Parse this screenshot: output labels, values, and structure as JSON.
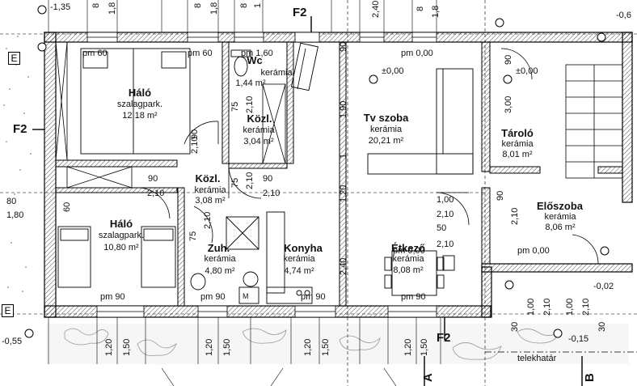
{
  "rooms": [
    {
      "name": "Háló",
      "lines": [
        "szalagpark.",
        "12,18 m²"
      ]
    },
    {
      "name": "Wc",
      "lines": [
        "kerámia",
        "1,44 m²"
      ]
    },
    {
      "name": "Közl.",
      "lines": [
        "kerámia",
        "3,04 m²"
      ]
    },
    {
      "name": "Tv szoba",
      "lines": [
        "kerámia",
        "20,21 m²"
      ]
    },
    {
      "name": "Tároló",
      "lines": [
        "kerámia",
        "8,01 m²"
      ]
    },
    {
      "name": "Közl.",
      "lines": [
        "kerámia",
        "3,08 m²"
      ]
    },
    {
      "name": "Háló",
      "lines": [
        "szalagpark.",
        "10,80 m²"
      ]
    },
    {
      "name": "Zuh.",
      "lines": [
        "kerámia",
        "4,80 m²"
      ]
    },
    {
      "name": "Konyha",
      "lines": [
        "kerámia",
        "4,74 m²"
      ]
    },
    {
      "name": "Étkező",
      "lines": [
        "kerámia",
        "8,08 m²"
      ]
    },
    {
      "name": "Előszoba",
      "lines": [
        "kerámia",
        "8,06 m²"
      ]
    }
  ],
  "sections": {
    "f2": "F2",
    "e": "E",
    "a": "A",
    "b": "B"
  },
  "elevations": {
    "top_left": "-1,35",
    "top_right": "-0,6",
    "zero": "±0,00",
    "right_low": "-0,02",
    "right_bottom": "-0,15",
    "left_bottom": "-0,55"
  },
  "parapets": {
    "pm60": "pm 60",
    "pm160": "pm 1,60",
    "pm000": "pm 0,00",
    "pm90": "pm 90"
  },
  "dims": {
    "d80": "80",
    "d180": "1,80",
    "d90": "90",
    "d210": "2,10",
    "d75": "75",
    "d100": "1,00",
    "d50": "50",
    "d60": "60",
    "d120": "1,20",
    "d150": "1,50",
    "d190": "1,90",
    "d240": "2,40",
    "d300": "3,00",
    "d30": "30",
    "d18": "1,8",
    "d8": "8",
    "d1": "1"
  },
  "boundary": "telekhatár",
  "appliance_m": "M"
}
